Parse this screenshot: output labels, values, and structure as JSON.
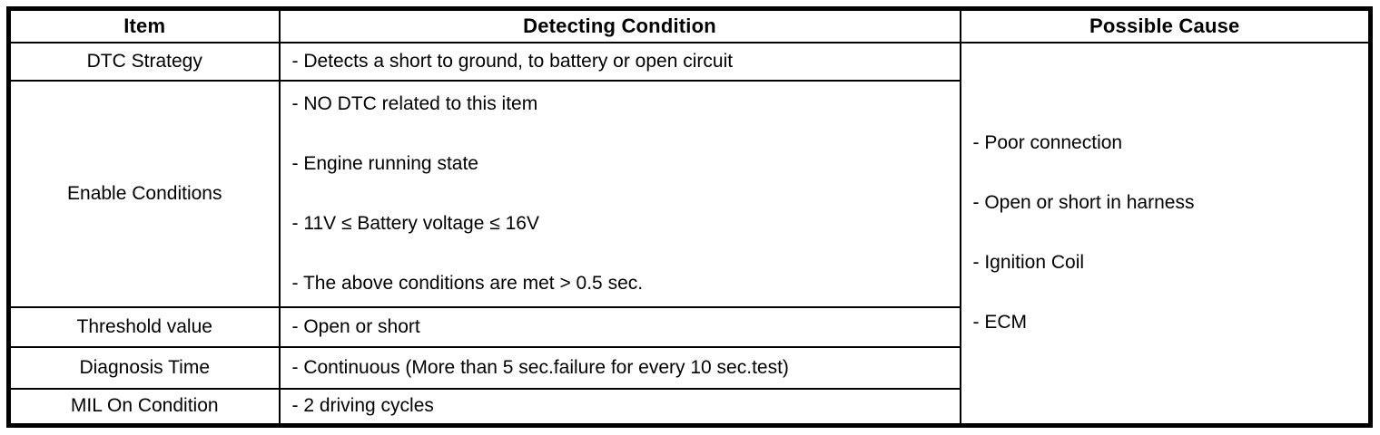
{
  "colors": {
    "border": "#000000",
    "text": "#000000",
    "background": "#ffffff"
  },
  "table": {
    "headers": {
      "item": "Item",
      "detecting_condition": "Detecting Condition",
      "possible_cause": "Possible Cause"
    },
    "rows": [
      {
        "item": "DTC Strategy",
        "conditions": [
          "- Detects a short to ground, to battery or open circuit"
        ]
      },
      {
        "item": "Enable Conditions",
        "conditions": [
          "- NO DTC related to this item",
          "- Engine running state",
          "- 11V ≤ Battery voltage ≤ 16V",
          "- The above conditions are met > 0.5 sec."
        ]
      },
      {
        "item": "Threshold value",
        "conditions": [
          "- Open or short"
        ]
      },
      {
        "item": "Diagnosis Time",
        "conditions": [
          "- Continuous (More than 5 sec.failure for every 10 sec.test)"
        ]
      },
      {
        "item": "MIL On Condition",
        "conditions": [
          "- 2 driving cycles"
        ]
      }
    ],
    "possible_causes": [
      "- Poor connection",
      "- Open or short in harness",
      "- Ignition Coil",
      "- ECM"
    ]
  }
}
